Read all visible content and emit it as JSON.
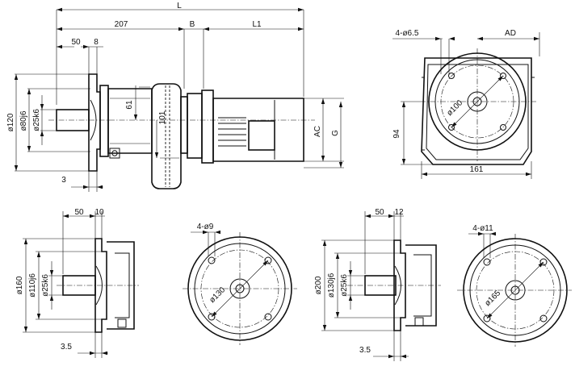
{
  "labels": {
    "L": "L",
    "d207": "207",
    "B": "B",
    "L1": "L1",
    "d50a": "50",
    "d8": "8",
    "d120": "ø120",
    "d80j6": "ø80j6",
    "d25k6a": "ø25k6",
    "d61": "61",
    "d101": "101",
    "d3": "3",
    "AC": "AC",
    "G": "G",
    "holes65": "4-ø6.5",
    "AD": "AD",
    "d100": "ø100",
    "d94": "94",
    "d161": "161",
    "d50b": "50",
    "d10": "10",
    "d160": "ø160",
    "d110j6": "ø110j6",
    "d25k6b": "ø25k6",
    "d35a": "3.5",
    "holes9": "4-ø9",
    "d130": "ø130",
    "d50c": "50",
    "d12": "12",
    "d200": "ø200",
    "d130j6": "ø130j6",
    "d25k6c": "ø25k6",
    "d35b": "3.5",
    "holes11": "4-ø11",
    "d165": "ø165"
  }
}
